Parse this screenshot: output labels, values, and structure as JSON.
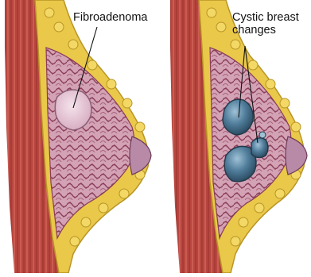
{
  "diagram": {
    "panels": [
      {
        "id": "fibroadenoma",
        "label": "Fibroadenoma",
        "lesion_color": "#e7c6d6"
      },
      {
        "id": "cystic",
        "label_lines": [
          "Cystic breast",
          "changes"
        ],
        "lesion_color": "#4f7c9a",
        "cyst_count": 3
      }
    ],
    "colors": {
      "muscle": "#b8463f",
      "muscle_light": "#d66a5f",
      "fat": "#e9c84a",
      "fat_dark": "#b99525",
      "gland": "#d3a2b5",
      "gland_dark": "#8a3c58",
      "nipple": "#b98aa7",
      "background": "#ffffff"
    }
  }
}
